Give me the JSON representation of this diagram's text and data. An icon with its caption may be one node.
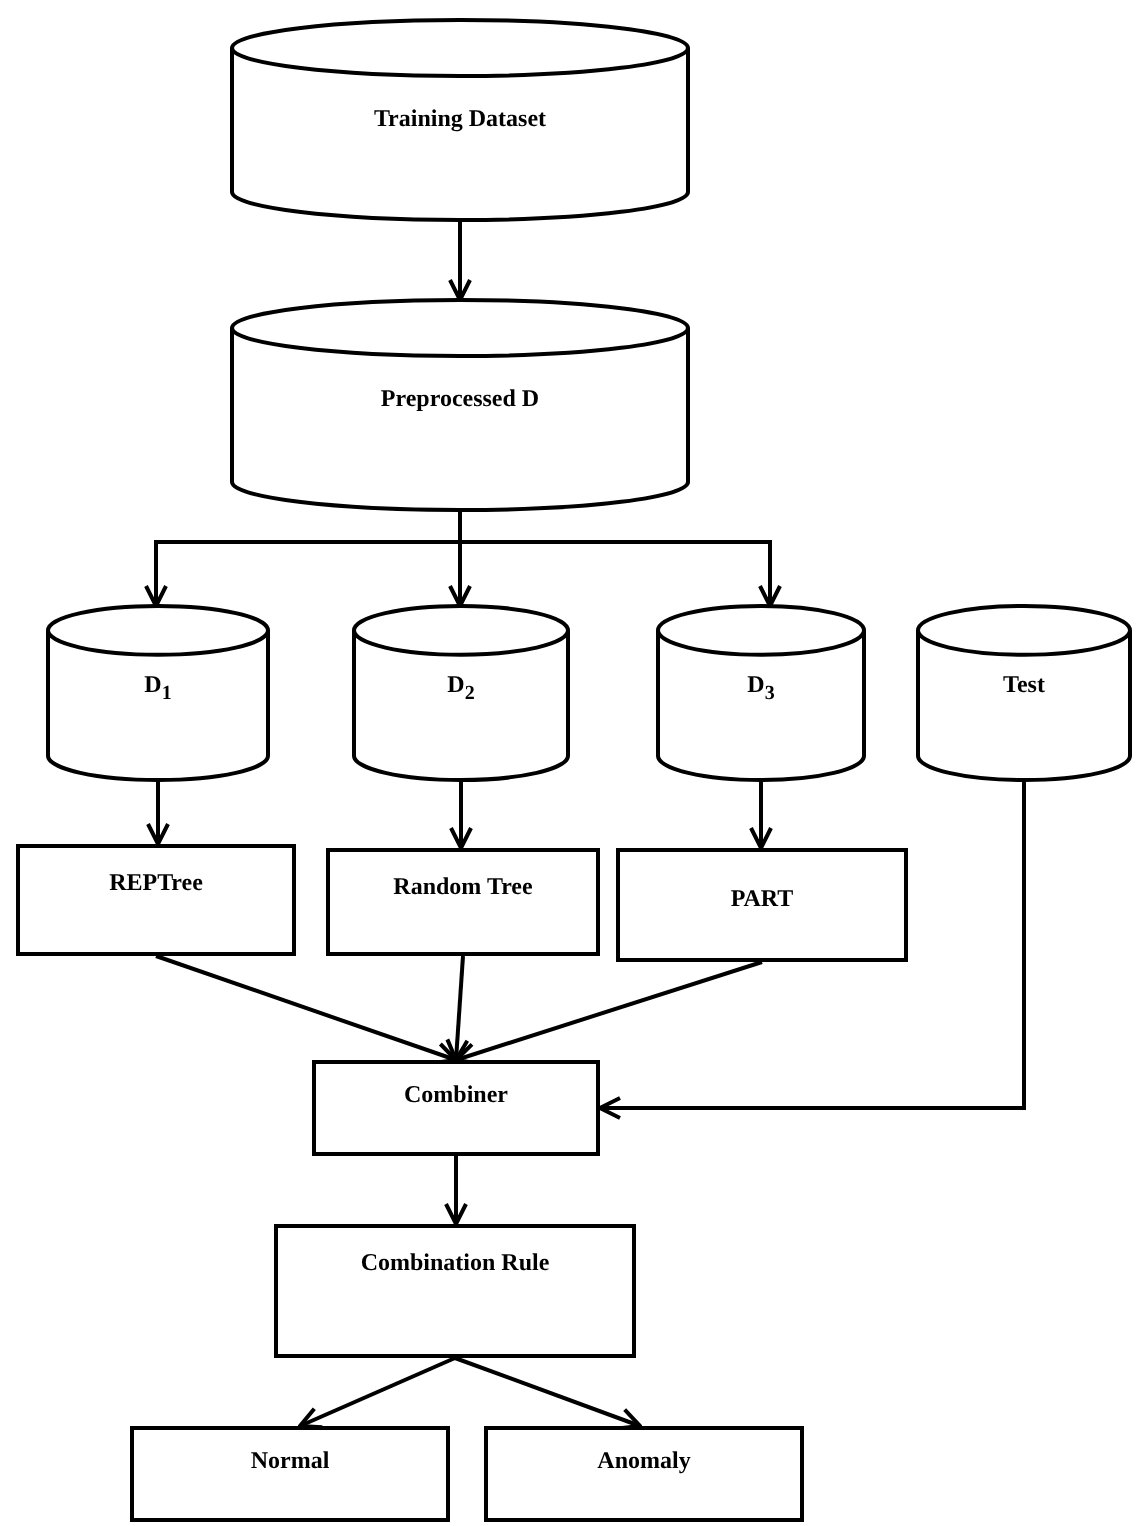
{
  "diagram": {
    "nodes": [
      {
        "text": [
          "Training Dataset"
        ]
      },
      {
        "text": [
          "Preprocessed D"
        ]
      },
      {
        "text": [
          "D$_{1}$"
        ]
      },
      {
        "text": [
          "D$_{2}$"
        ]
      },
      {
        "text": [
          "D$_{3}$"
        ]
      },
      {
        "text": [
          "Test"
        ]
      },
      {
        "text": [
          "REPTree"
        ]
      },
      {
        "text": [
          "Random Tree"
        ]
      },
      {
        "text": [
          "PART"
        ]
      },
      {
        "text": [
          "Combiner"
        ]
      },
      {
        "text": [
          "Combination Rule"
        ]
      },
      {
        "text": [
          "Normal"
        ]
      },
      {
        "text": [
          "Anomaly"
        ]
      }
    ],
    "edges": [
      {
        "from": 0,
        "to": 1,
        "arrow": "to"
      },
      {
        "from": 1,
        "to": 2,
        "arrow": "to"
      },
      {
        "from": 1,
        "to": 3,
        "arrow": "to"
      },
      {
        "from": 1,
        "to": 4,
        "arrow": "to"
      },
      {
        "from": 2,
        "to": 6,
        "arrow": "to"
      },
      {
        "from": 3,
        "to": 7,
        "arrow": "to"
      },
      {
        "from": 4,
        "to": 8,
        "arrow": "to"
      },
      {
        "from": 6,
        "to": 9,
        "arrow": "to"
      },
      {
        "from": 7,
        "to": 9,
        "arrow": "to"
      },
      {
        "from": 8,
        "to": 9,
        "arrow": "to"
      },
      {
        "from": 5,
        "to": 9,
        "arrow": "to"
      },
      {
        "from": 9,
        "to": 10,
        "arrow": "to"
      },
      {
        "from": 10,
        "to": 11,
        "arrow": "to"
      },
      {
        "from": 10,
        "to": 12,
        "arrow": "to"
      }
    ]
  }
}
